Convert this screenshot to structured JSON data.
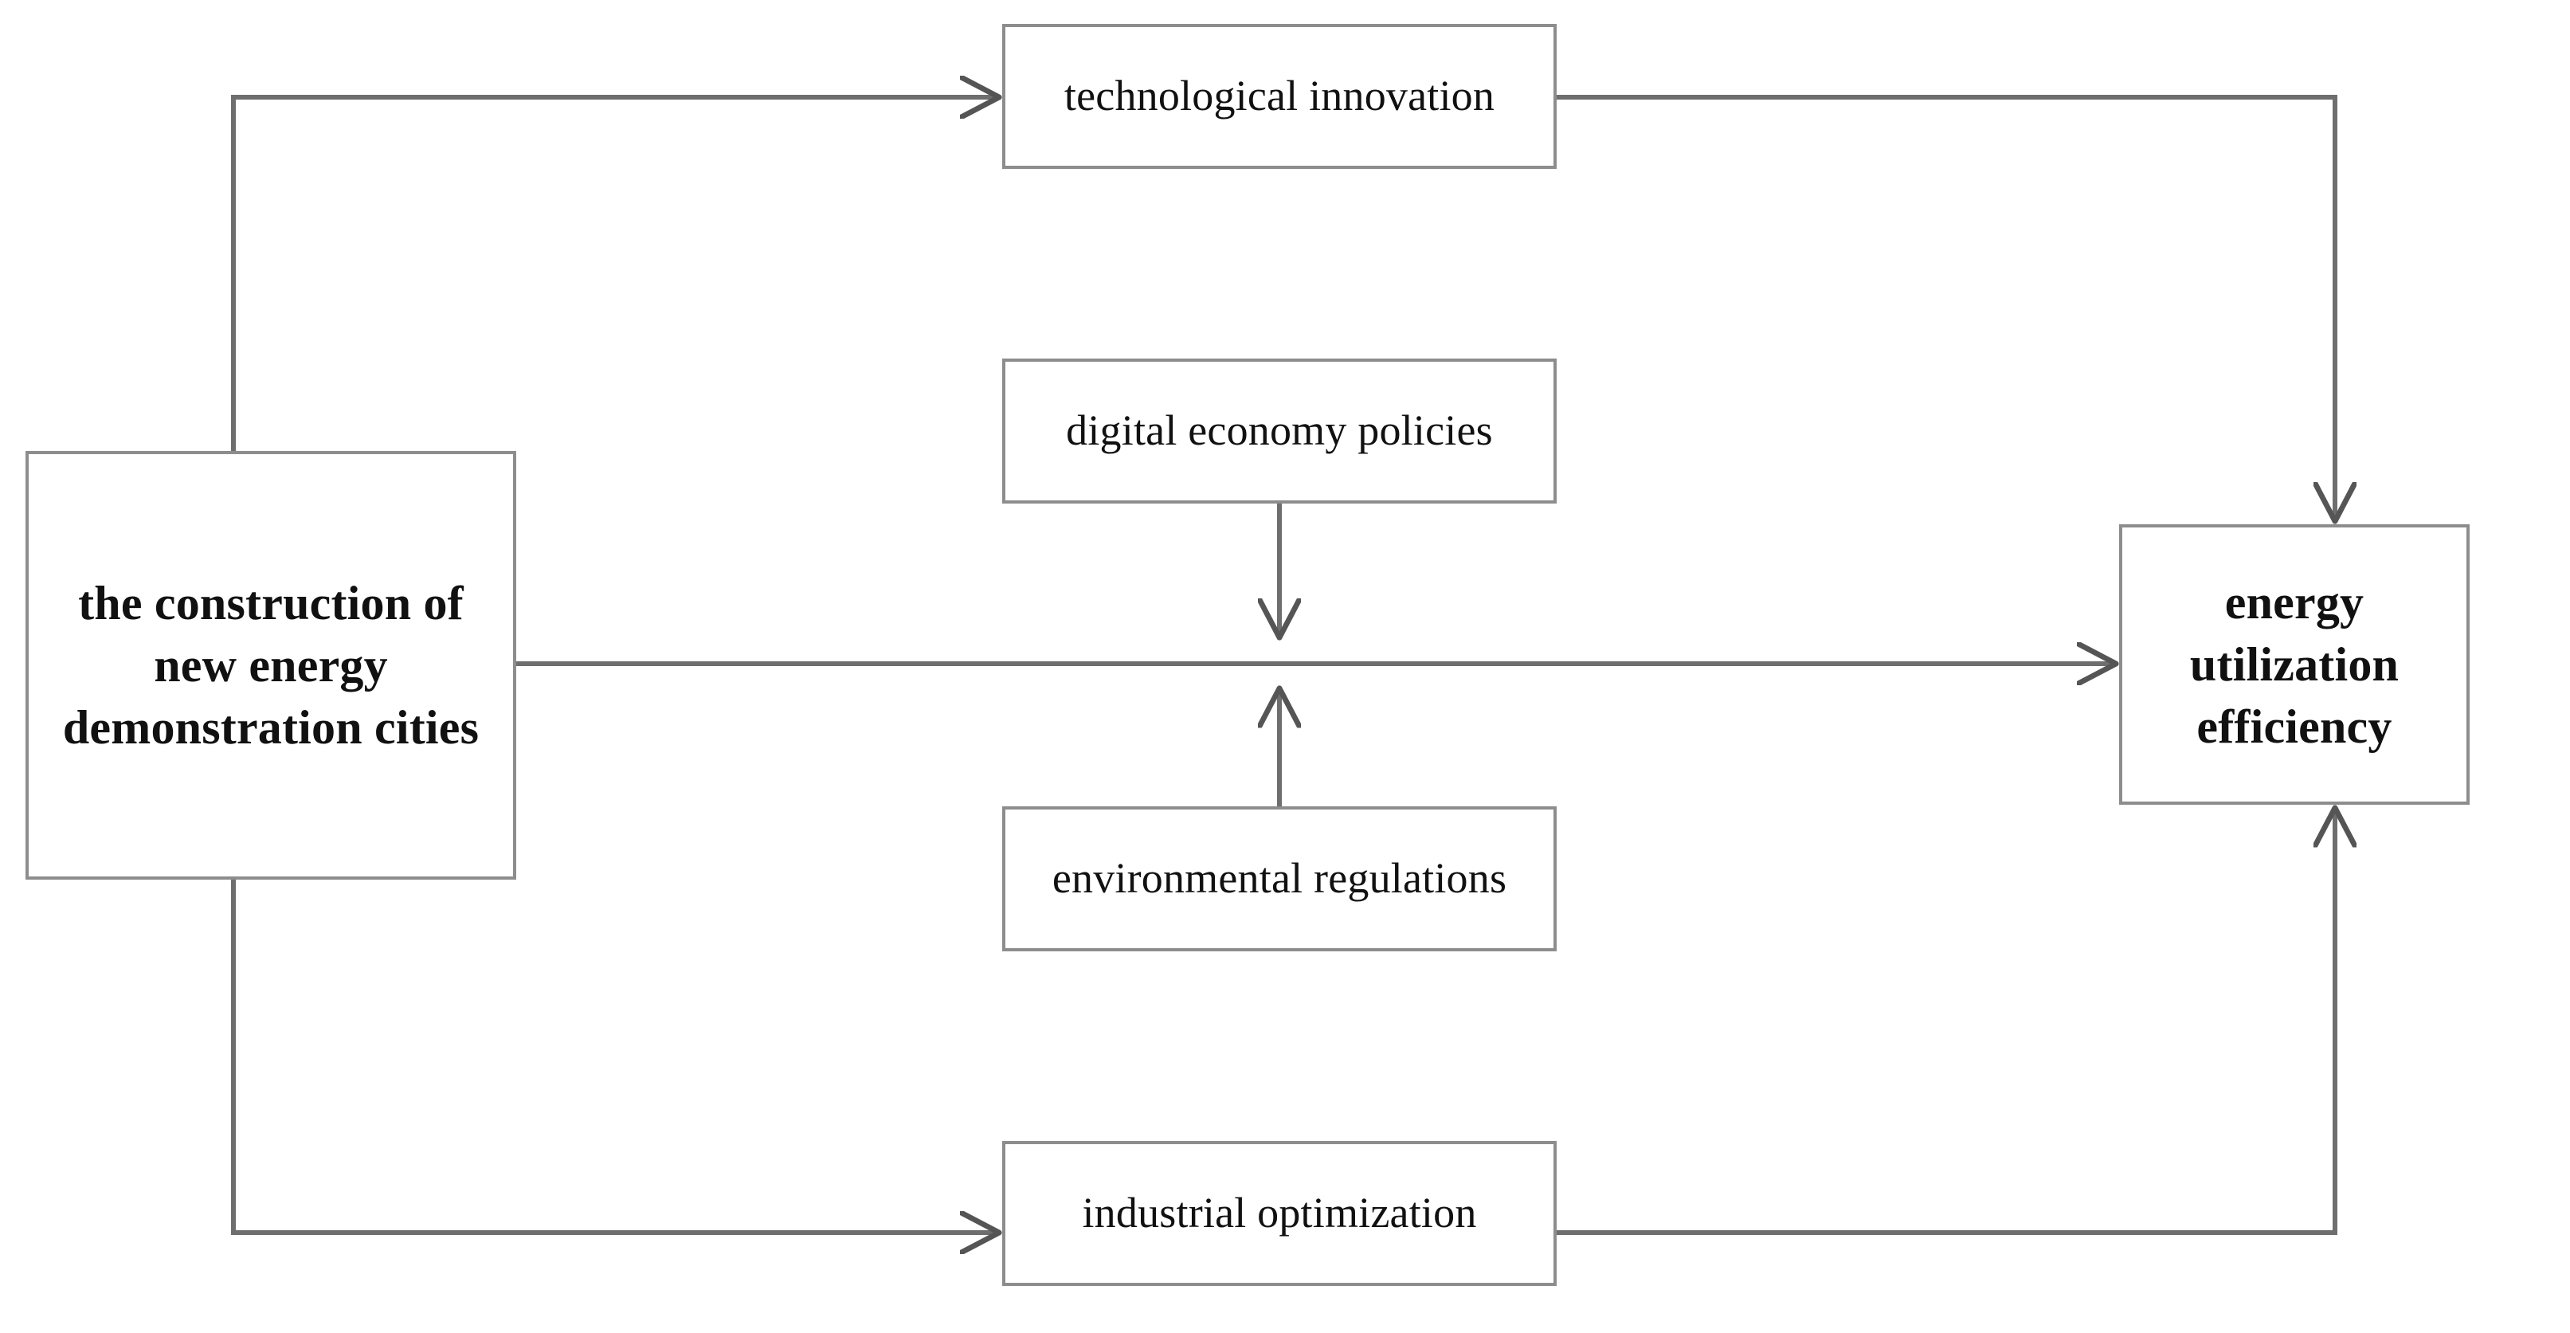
{
  "diagram": {
    "type": "flow-diagram",
    "title": "",
    "background_color": "#ffffff",
    "line_color": "#6e6e6e",
    "box_border_color": "#8d8d8d",
    "text_color": "#111111",
    "nodes": [
      {
        "id": "source",
        "label": "the construction of new energy demonstration cities",
        "emphasis": "bold",
        "role": "independent-variable"
      },
      {
        "id": "technological_innovation",
        "label": "technological innovation",
        "emphasis": "regular",
        "role": "mediator"
      },
      {
        "id": "digital_economy_policies",
        "label": "digital economy policies",
        "emphasis": "regular",
        "role": "moderator"
      },
      {
        "id": "environmental_regulations",
        "label": "environmental regulations",
        "emphasis": "regular",
        "role": "moderator"
      },
      {
        "id": "industrial_optimization",
        "label": "industrial optimization",
        "emphasis": "regular",
        "role": "mediator"
      },
      {
        "id": "target",
        "label": "energy utilization efficiency",
        "emphasis": "bold",
        "role": "dependent-variable"
      }
    ],
    "edges": [
      {
        "id": "e1",
        "from": "source",
        "to": "technological_innovation",
        "style": "orthogonal",
        "arrow": "end"
      },
      {
        "id": "e2",
        "from": "technological_innovation",
        "to": "target",
        "style": "orthogonal",
        "arrow": "end"
      },
      {
        "id": "e3",
        "from": "source",
        "to": "target",
        "style": "straight",
        "arrow": "end"
      },
      {
        "id": "e4",
        "from": "digital_economy_policies",
        "to": "e3",
        "style": "straight-down",
        "arrow": "end"
      },
      {
        "id": "e5",
        "from": "environmental_regulations",
        "to": "e3",
        "style": "straight-up",
        "arrow": "end"
      },
      {
        "id": "e6",
        "from": "source",
        "to": "industrial_optimization",
        "style": "orthogonal",
        "arrow": "end"
      },
      {
        "id": "e7",
        "from": "industrial_optimization",
        "to": "target",
        "style": "orthogonal",
        "arrow": "end"
      }
    ]
  }
}
